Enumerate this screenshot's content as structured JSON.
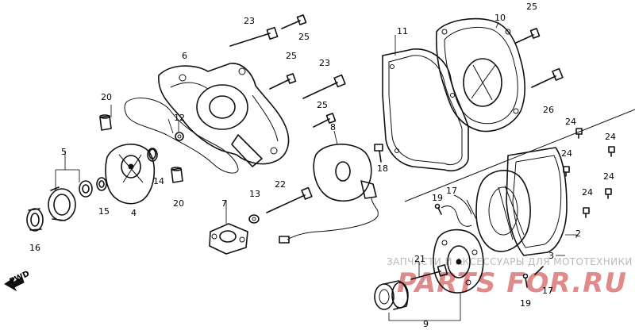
{
  "diagram": {
    "labels": [
      "23",
      "25",
      "6",
      "25",
      "23",
      "11",
      "10",
      "25",
      "26",
      "20",
      "12",
      "25",
      "8",
      "5",
      "14",
      "18",
      "4",
      "15",
      "20",
      "13",
      "22",
      "7",
      "16",
      "19",
      "17",
      "21",
      "19",
      "17",
      "9",
      "24",
      "24",
      "24",
      "24",
      "24",
      "2",
      "3"
    ],
    "fwd_label": "FWD",
    "watermark_text": "ЗАПЧАСТИ И АКСЕССУАРЫ ДЛЯ МОТОТЕХНИКИ",
    "watermark_brand": "PARTS FOR.RU"
  }
}
